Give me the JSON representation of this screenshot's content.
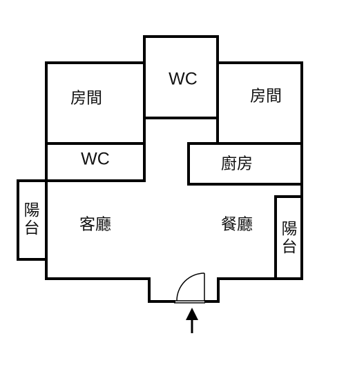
{
  "floorplan": {
    "rooms": {
      "bedroom_left": "房間",
      "bedroom_right": "房間",
      "wc_top": "WC",
      "wc_left": "WC",
      "kitchen": "廚房",
      "living_room": "客廳",
      "dining_room": "餐廳",
      "balcony_left": "陽台",
      "balcony_right": "陽台"
    }
  }
}
